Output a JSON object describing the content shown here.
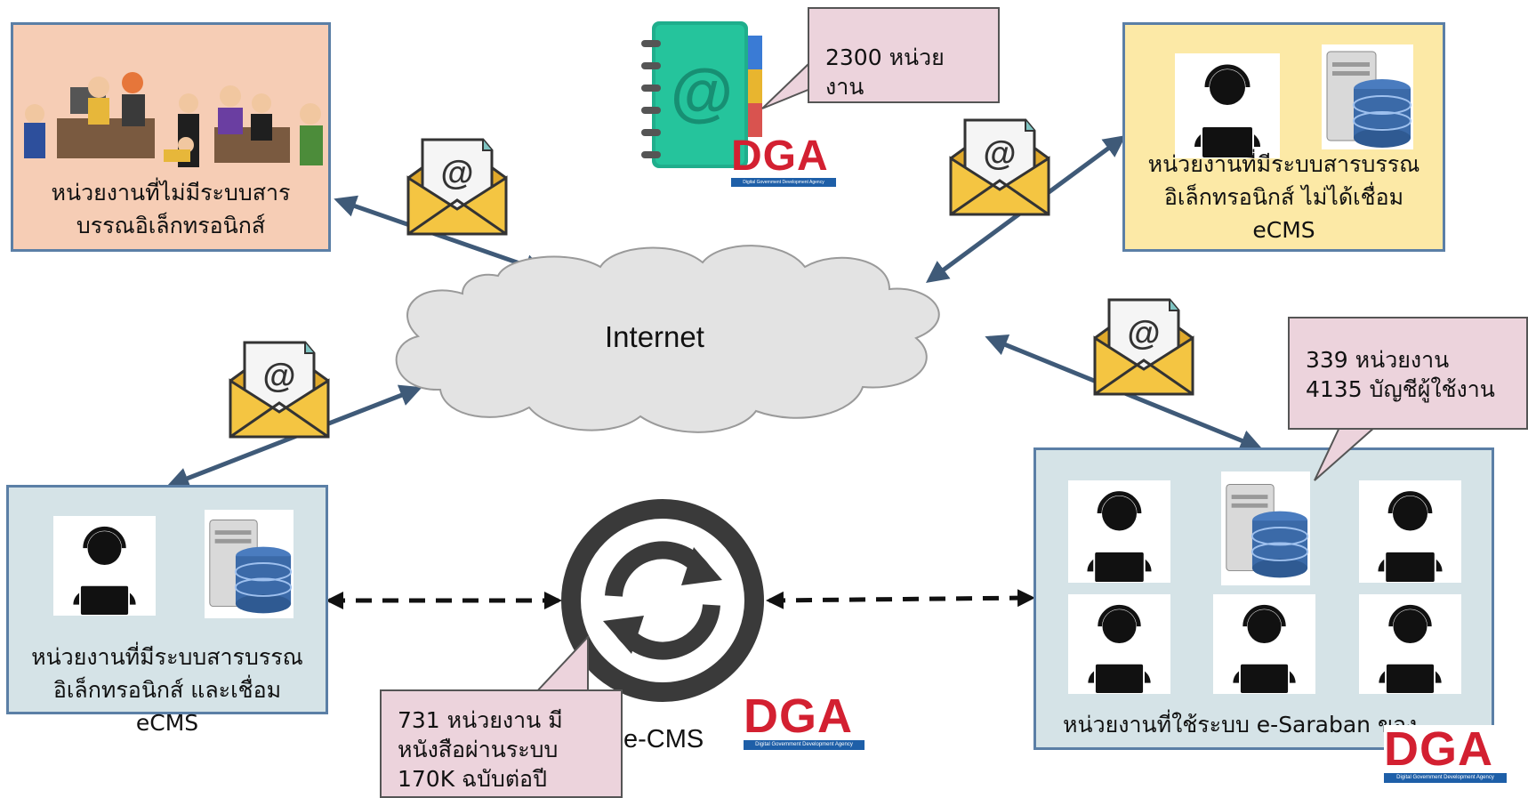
{
  "boxes": {
    "no_system": "หน่วยงานที่ไม่มีระบบสาร บรรณอิเล็กทรอนิกส์",
    "system_no_ecms": "หน่วยงานที่มีระบบสารบรรณ อิเล็กทรอนิกส์ ไม่ได้เชื่อม eCMS",
    "system_with_ecms": "หน่วยงานที่มีระบบสารบรรณ อิเล็กทรอนิกส์ และเชื่อม eCMS",
    "esaraban": "หน่วยงานที่ใช้ระบบ e-Saraban ของ"
  },
  "cloud_label": "Internet",
  "ecms_label": "e-CMS",
  "callouts": {
    "directory": "2300 หน่วยงาน",
    "esaraban_users": "339 หน่วยงาน 4135 บัญชีผู้ใช้งาน",
    "ecms_stats": "731 หน่วยงาน มี หนังสือผ่านระบบ 170K ฉบับต่อปี"
  },
  "dga": {
    "mark": "DGA",
    "subtitle": "Digital Government Development Agency"
  },
  "icons": [
    "email-envelope-icon",
    "address-book-icon",
    "sync-icon",
    "operator-icon",
    "database-server-icon",
    "cloud-icon"
  ],
  "colors": {
    "box_border": "#5b7fa6",
    "peach_box": "#f6cdb5",
    "yellow_box": "#fce9a6",
    "blue_box": "#d5e3e7",
    "callout": "#ecd3dc",
    "arrow": "#3f5a78",
    "envelope": "#f4c542",
    "dga_red": "#d32031",
    "dga_blue": "#1e5fa8"
  }
}
